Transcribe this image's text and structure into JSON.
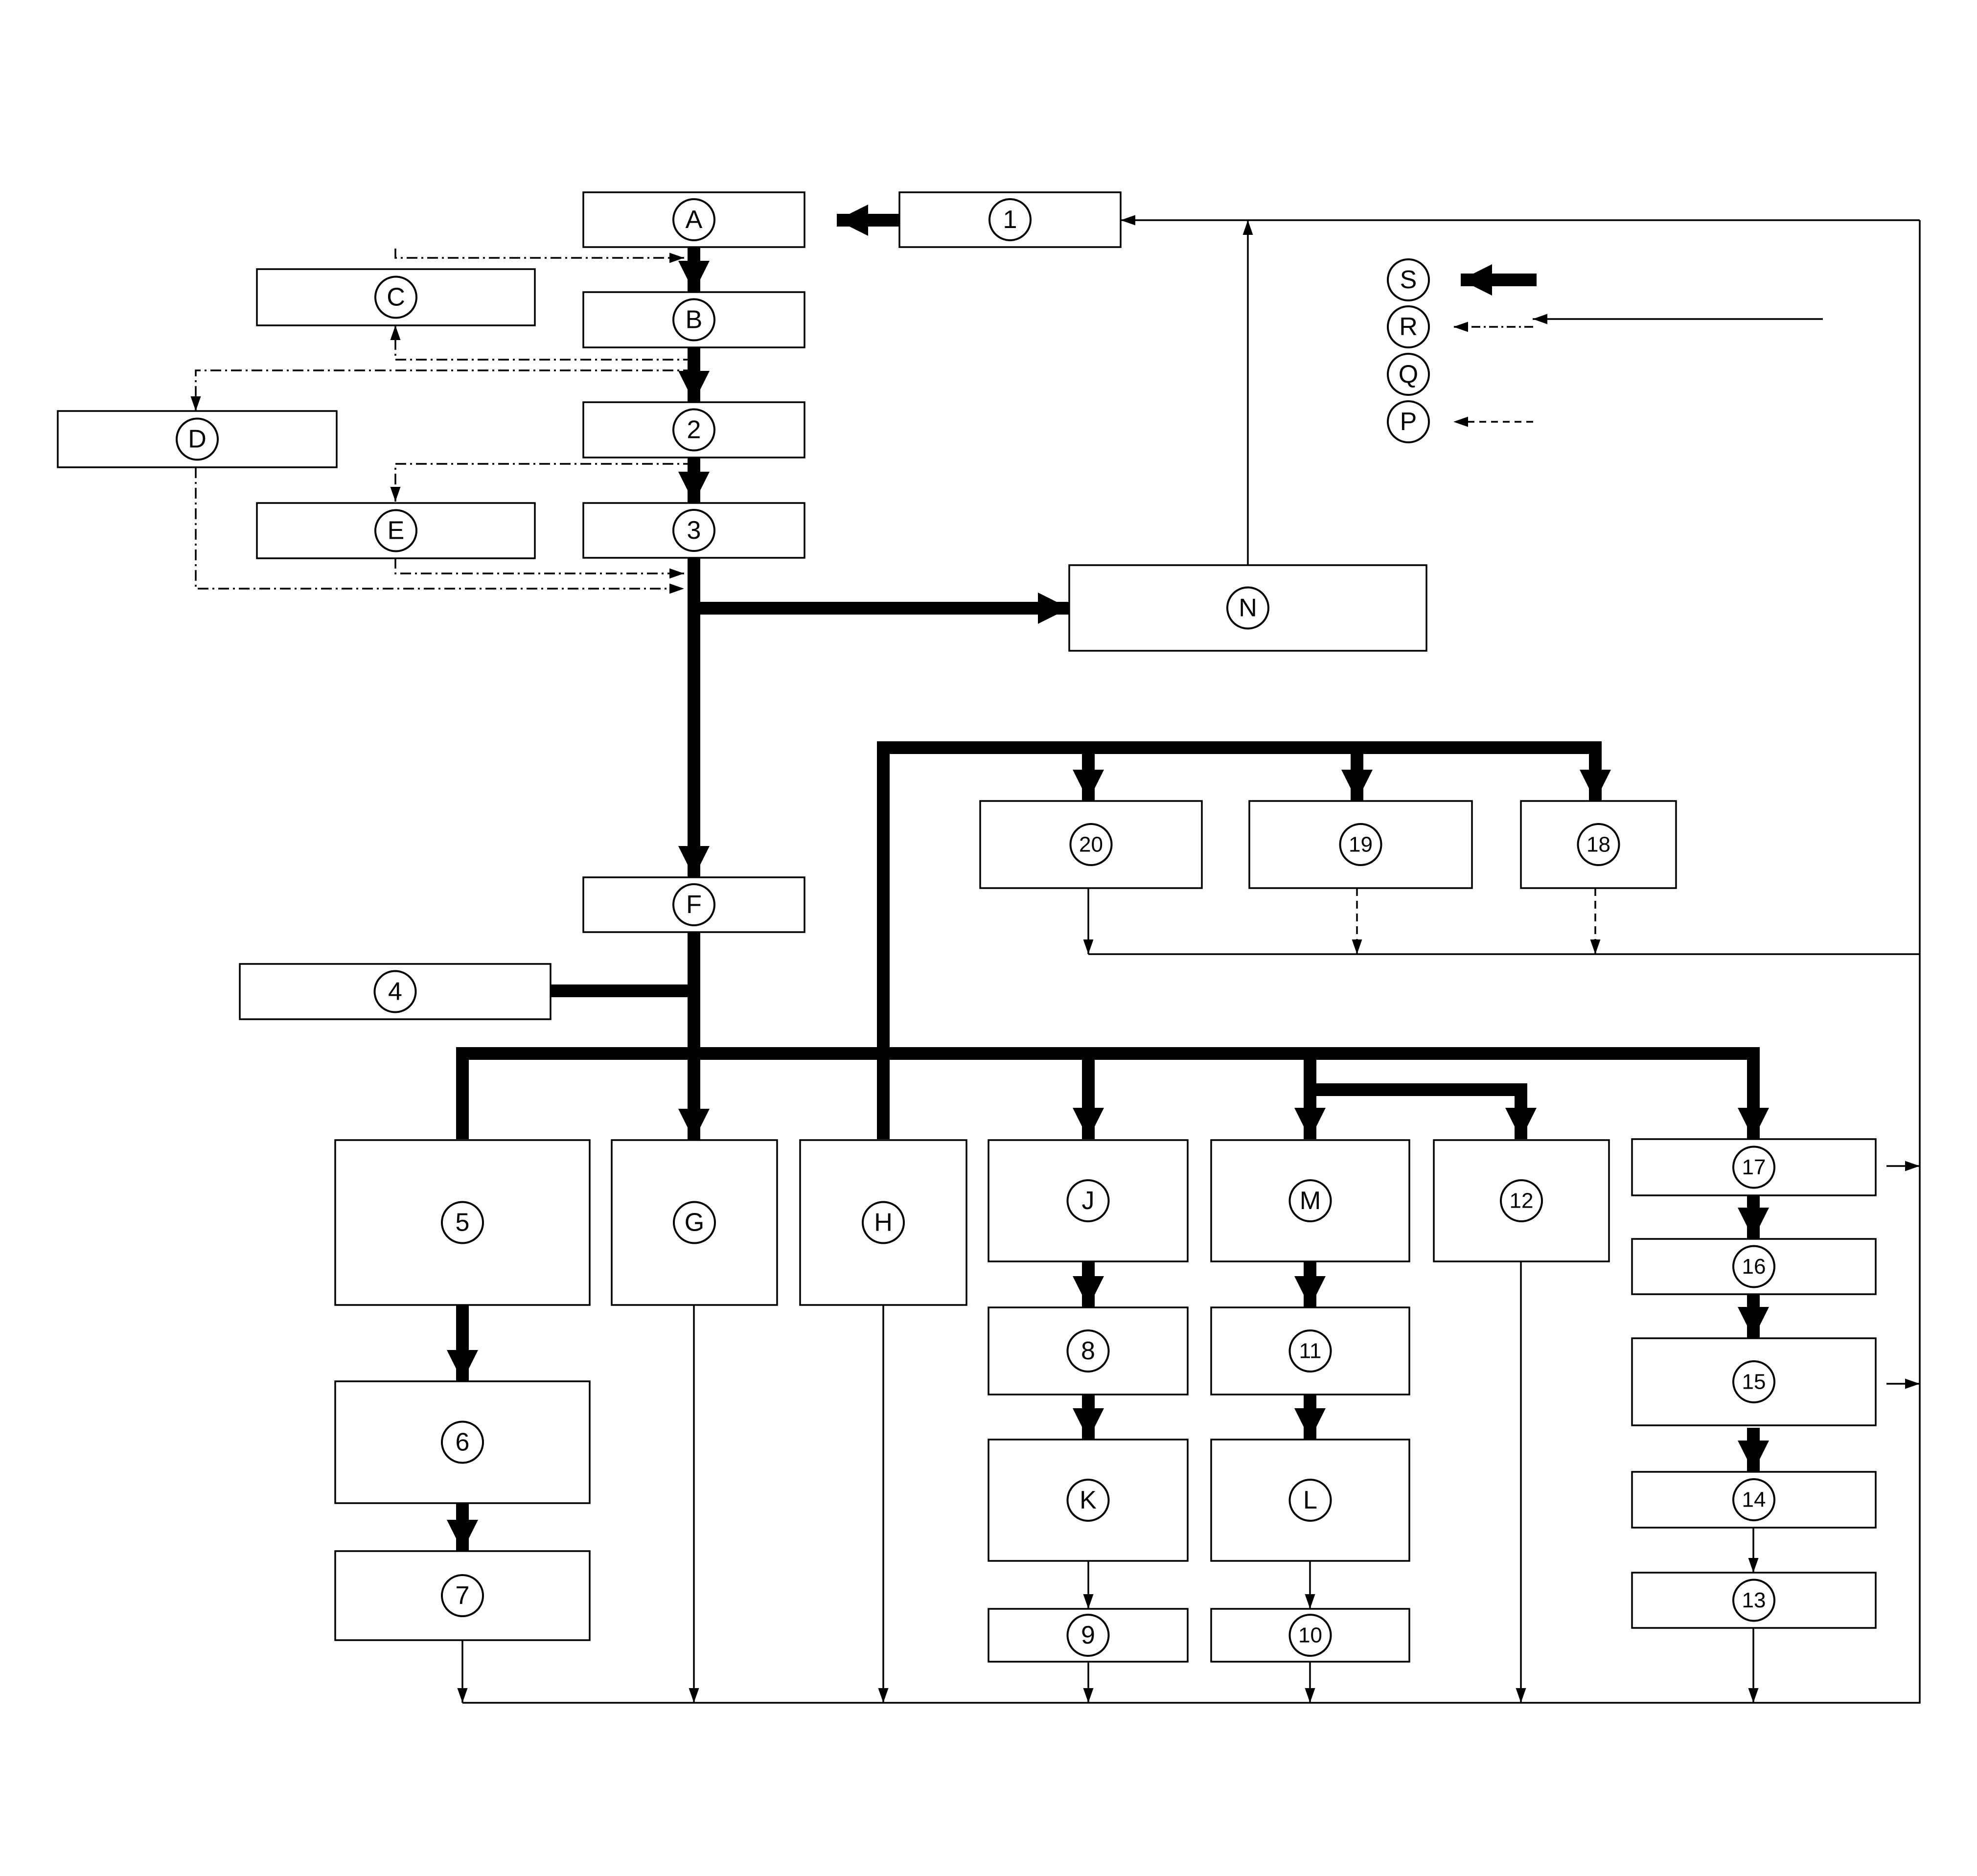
{
  "labels": {
    "A": "A",
    "B": "B",
    "C": "C",
    "D": "D",
    "E": "E",
    "F": "F",
    "G": "G",
    "H": "H",
    "J": "J",
    "K": "K",
    "L": "L",
    "M": "M",
    "N": "N",
    "n1": "1",
    "n2": "2",
    "n3": "3",
    "n4": "4",
    "n5": "5",
    "n6": "6",
    "n7": "7",
    "n8": "8",
    "n9": "9",
    "n10": "10",
    "n11": "11",
    "n12": "12",
    "n13": "13",
    "n14": "14",
    "n15": "15",
    "n16": "16",
    "n17": "17",
    "n18": "18",
    "n19": "19",
    "n20": "20"
  },
  "legend": [
    {
      "label": "S",
      "style": "thick-solid"
    },
    {
      "label": "R",
      "style": "dash-dot"
    },
    {
      "label": "Q",
      "style": "thin-solid"
    },
    {
      "label": "P",
      "style": "dashed"
    }
  ],
  "colors": {
    "line": "#000000",
    "background": "#ffffff"
  }
}
